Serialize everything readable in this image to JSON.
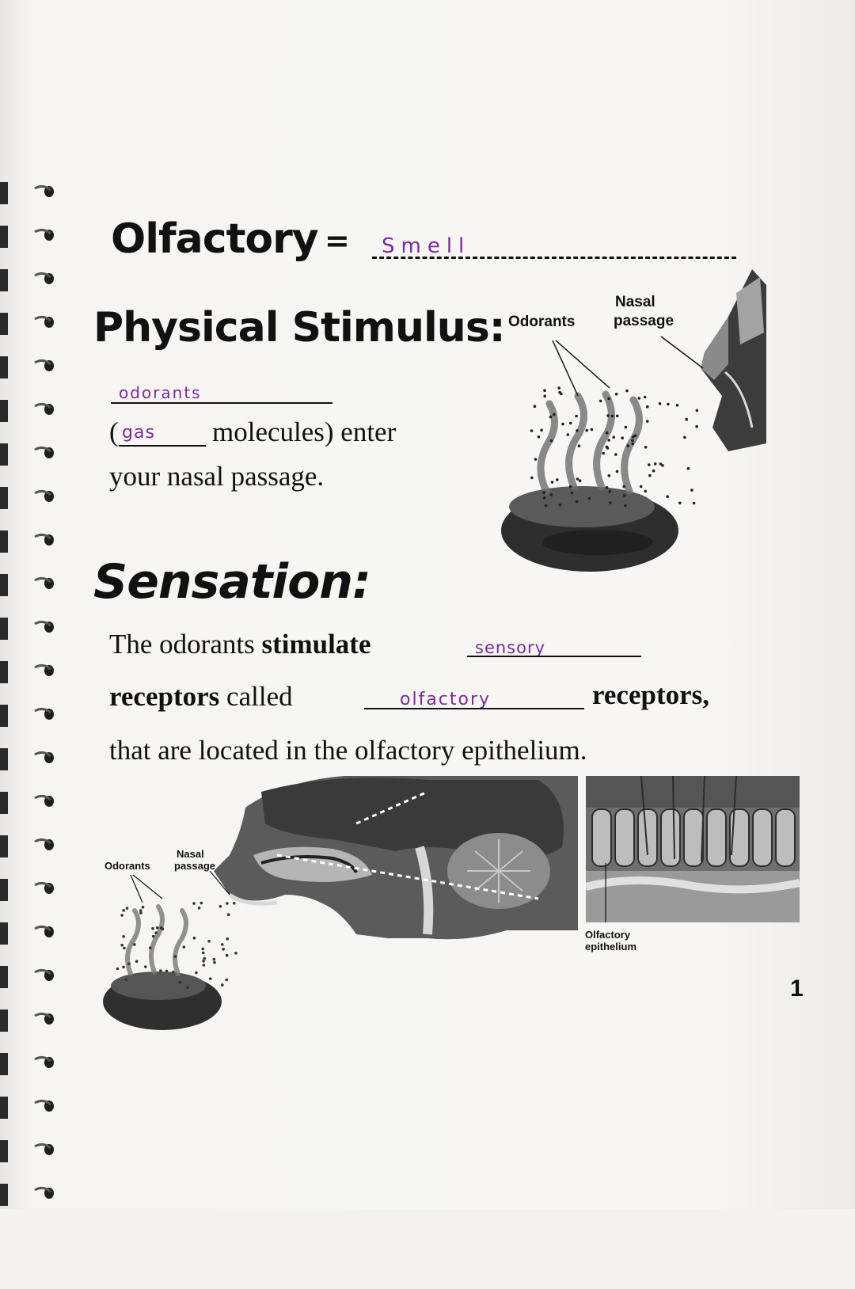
{
  "olfactory": {
    "term": "Olfactory",
    "equals": "=",
    "answer": "Smell"
  },
  "physical_stimulus": {
    "heading": "Physical Stimulus:",
    "blank_answer": "odorants",
    "paren_open": "(",
    "gas_answer": "gas",
    "line1_rest": "molecules) enter",
    "line2": "your nasal passage."
  },
  "figure_top": {
    "label_odorants": "Odorants",
    "label_nasal": "Nasal",
    "label_passage": "passage"
  },
  "sensation": {
    "heading": "Sensation:",
    "line1_a": "The odorants ",
    "line1_b": "stimulate",
    "answer_sensory": "sensory",
    "line2_a": "receptors",
    "line2_b": " called",
    "answer_olfactory": "olfactory",
    "line2_c": "receptors,",
    "line3": "that are located in the olfactory epithelium."
  },
  "figure_bottom": {
    "label_odorants": "Odorants",
    "label_nasal": "Nasal",
    "label_passage": "passage",
    "label_olfactory": "Olfactory",
    "label_epithelium": "epithelium"
  },
  "page_number": "1"
}
